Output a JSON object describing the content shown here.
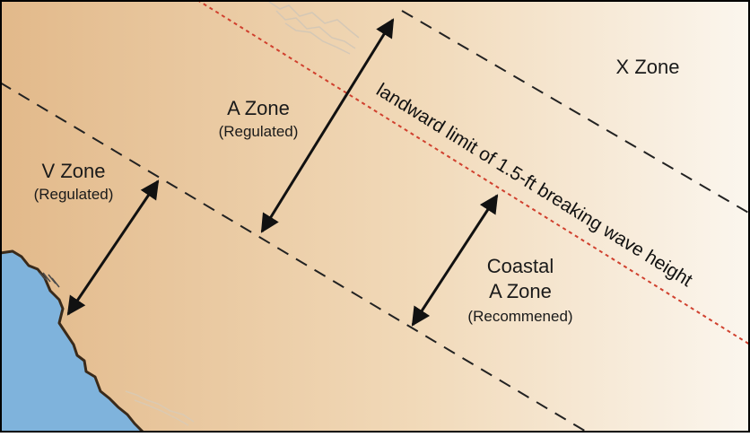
{
  "labels": {
    "x_zone": "X Zone",
    "a_zone_title": "A Zone",
    "a_zone_sub": "(Regulated)",
    "v_zone_title": "V Zone",
    "v_zone_sub": "(Regulated)",
    "coastal_line1": "Coastal",
    "coastal_line2": "A Zone",
    "coastal_sub": "(Recommened)",
    "limit_line": "landward limit of 1.5-ft breaking wave height"
  },
  "colors": {
    "land_dark": "#e2b98a",
    "land_light": "#fbf6ee",
    "water": "#7fb3dc",
    "shoreline": "#3a2a1a",
    "boundary_dash": "#222222",
    "limit_dash": "#d0402e",
    "arrow": "#111111",
    "recommended_text": "#d0402e",
    "frame": "#000000"
  }
}
